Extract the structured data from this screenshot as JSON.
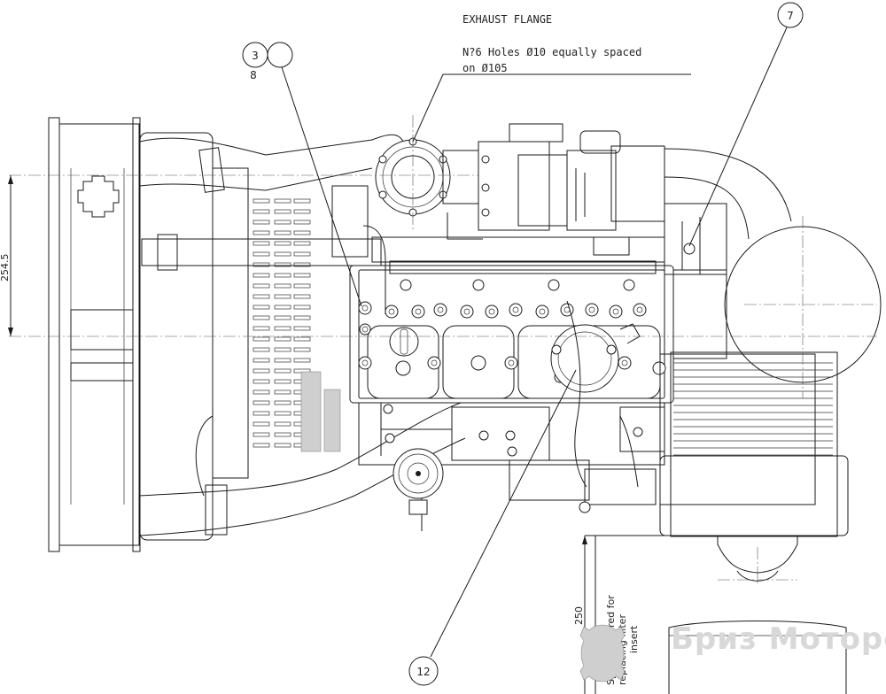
{
  "title": "EXHAUST FLANGE",
  "flange_note": {
    "line1": "N?6 Holes Ø10 equally spaced",
    "line2": "on Ø105"
  },
  "balloons": {
    "b3": "3",
    "b8": "8",
    "b7": "7",
    "b12": "12"
  },
  "dimensions": {
    "height_254": "254.5",
    "filter_250": "250",
    "filter_note_line1": "Space required for",
    "filter_note_line2": "replacing filter",
    "filter_note_line3": "insert"
  },
  "watermark": "Бриз Моторс"
}
